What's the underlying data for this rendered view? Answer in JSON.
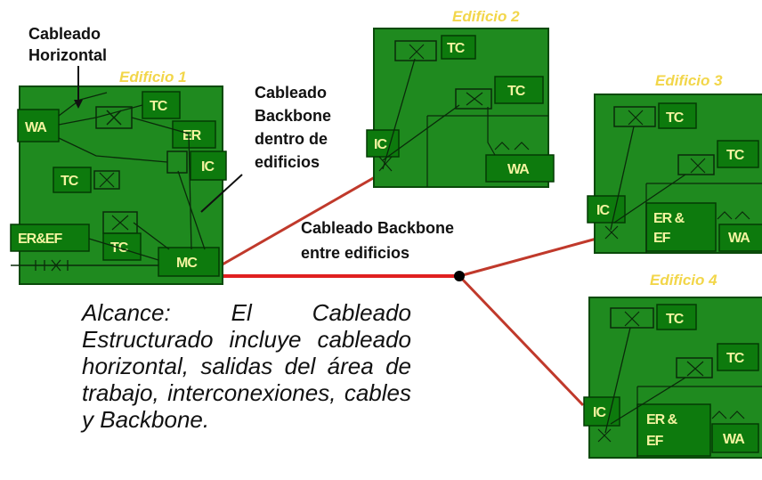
{
  "labels": {
    "horizontal_line1": "Cableado",
    "horizontal_line2": "Horizontal",
    "backbone_in_1": "Cableado",
    "backbone_in_2": "Backbone",
    "backbone_in_3": "dentro de",
    "backbone_in_4": "edificios",
    "backbone_between_1": "Cableado Backbone",
    "backbone_between_2": "entre edificios"
  },
  "buildings": {
    "b1": "Edificio 1",
    "b2": "Edificio 2",
    "b3": "Edificio 3",
    "b4": "Edificio 4"
  },
  "boxes": {
    "wa": "WA",
    "tc": "TC",
    "er": "ER",
    "ic": "IC",
    "mc": "MC",
    "eref": "ER&EF",
    "eref_l1": "ER &",
    "eref_l2": "EF"
  },
  "note": "Alcance: El Cableado Estructurado incluye cableado horizontal, salidas del área de trabajo, interconexiones, cables y Backbone.",
  "colors": {
    "building_fill": "#1f8a1f",
    "box_fill": "#0d7a0d",
    "backbone_line": "#d92b2b",
    "label_yellow": "#f2d64a"
  }
}
